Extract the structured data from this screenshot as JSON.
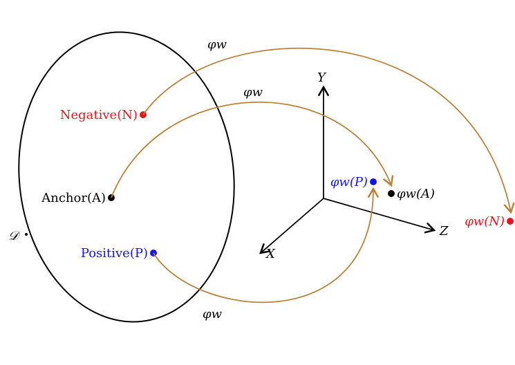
{
  "domain_label": "𝒟",
  "points": {
    "negative": {
      "label": "Negative(N)",
      "color": "#e8141e"
    },
    "anchor": {
      "label": "Anchor(A)",
      "color": "#000000"
    },
    "positive": {
      "label": "Positive(P)",
      "color": "#1414e6"
    }
  },
  "embeddings": {
    "positive": {
      "label": "φw(P)",
      "color": "#1414e6"
    },
    "anchor": {
      "label": "φw(A)",
      "color": "#000000"
    },
    "negative": {
      "label": "φw(N)",
      "color": "#e8141e"
    }
  },
  "mapping_label": "φw",
  "axes": {
    "x": "X",
    "y": "Y",
    "z": "Z"
  },
  "arrow_color": "#b8823c"
}
